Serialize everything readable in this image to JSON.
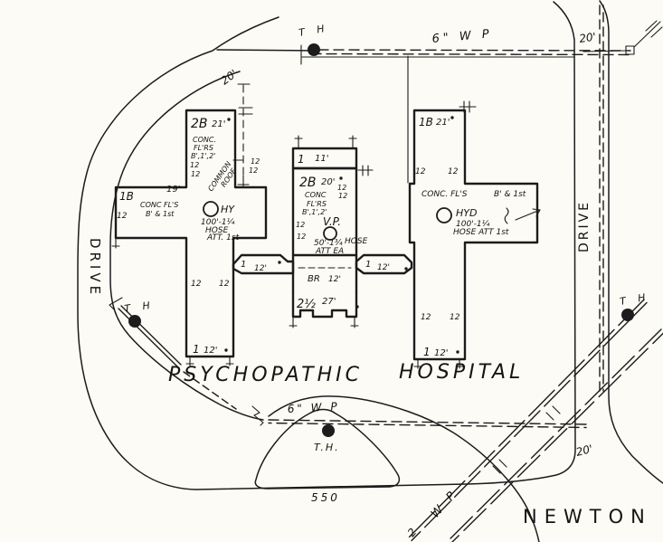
{
  "title": {
    "word1": "PSYCHOPATHIC",
    "word2": "HOSPITAL"
  },
  "streets": {
    "drive_left": "DRIVE",
    "drive_right": "DRIVE",
    "newton": "NEWTON"
  },
  "dimensions": {
    "top_left": "20'",
    "top_right": "20'",
    "bottom_right": "20'",
    "island": "550"
  },
  "pipes": {
    "top": "6\" W P",
    "bottom": "6\" W P",
    "diag_label": "W P",
    "diag_size": "2"
  },
  "tank_markers": {
    "top": "T H",
    "left": "T H",
    "right": "T H",
    "bottom": "T.H."
  },
  "hydrants": {
    "left": {
      "label": "HY",
      "line1": "100'-1¼",
      "line2": "HOSE",
      "line3": "ATT. 1st"
    },
    "right": {
      "label": "HYD",
      "line1": "100'-1¼",
      "line2": "HOSE ATT 1st"
    },
    "center": {
      "label": "V.P.",
      "line1": "50'-1¾",
      "line1b": "HOSE",
      "line2": "ATT EA"
    }
  },
  "left_building": {
    "story": "2B",
    "height": "21'",
    "conc1": "CONC.",
    "conc2": "FL'RS",
    "conc3": "B',1',2'",
    "n12a": "12",
    "n12b": "12",
    "n12c": "12",
    "n12d": "12",
    "common_roof1": "COMMON",
    "common_roof2": "ROOF",
    "wing_story": "1B",
    "wing_n12": "12",
    "wing_width": "19'",
    "wing_conc1": "CONC FL'S",
    "wing_conc2": "B' & 1st",
    "n12e": "12",
    "n12f": "12",
    "bottom_story": "1",
    "bottom_width": "12'"
  },
  "center_building": {
    "front_story": "1",
    "front_width": "11'",
    "story": "2B",
    "height": "20'",
    "n12a": "12",
    "n12b": "12",
    "n12c": "12",
    "n12d": "12",
    "conc1": "CONC",
    "conc2": "FL'RS",
    "conc3": "B',1',2'"
  },
  "right_building": {
    "story": "1B",
    "height": "21'",
    "n12a": "12",
    "n12b": "12",
    "conc1": "CONC. FL'S",
    "conc2": "B' & 1st",
    "n12c": "12",
    "n12d": "12",
    "bottom_story": "1",
    "bottom_width": "12'"
  },
  "connectors": {
    "left_story": "1",
    "left_width": "12'",
    "bridge": "BR",
    "bridge_width": "12'",
    "right_story": "1",
    "right_width": "12'",
    "south_story": "2½",
    "south_width": "27'"
  },
  "colors": {
    "ink": "#1c1c1c",
    "paper": "#fcfbf5"
  }
}
